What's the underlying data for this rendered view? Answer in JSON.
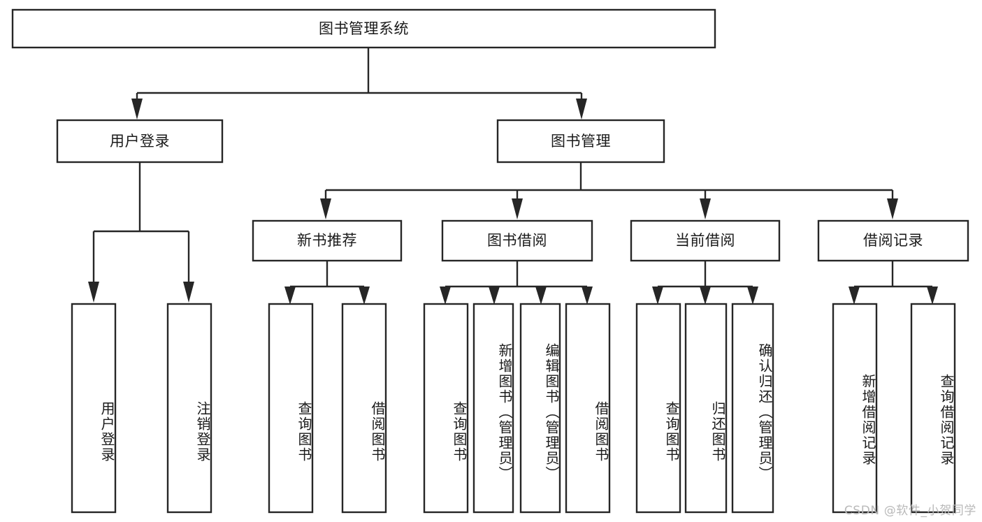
{
  "diagram": {
    "type": "tree-hierarchy",
    "title": "图书管理系统",
    "watermark": "CSDN @软件_小贺同学",
    "colors": {
      "stroke": "#262626",
      "fill": "#ffffff",
      "text": "#1a1a1a",
      "watermark": "#b9b9b9",
      "background": "#ffffff"
    },
    "levels": [
      {
        "level": 0,
        "nodes": [
          {
            "id": "root",
            "label": "图书管理系统",
            "orientation": "horizontal"
          }
        ]
      },
      {
        "level": 1,
        "nodes": [
          {
            "id": "login",
            "label": "用户登录",
            "orientation": "horizontal",
            "parent": "root"
          },
          {
            "id": "bookmgmt",
            "label": "图书管理",
            "orientation": "horizontal",
            "parent": "root"
          }
        ]
      },
      {
        "level": 2,
        "nodes": [
          {
            "id": "newbook",
            "label": "新书推荐",
            "orientation": "horizontal",
            "parent": "bookmgmt"
          },
          {
            "id": "borrow",
            "label": "图书借阅",
            "orientation": "horizontal",
            "parent": "bookmgmt"
          },
          {
            "id": "current",
            "label": "当前借阅",
            "orientation": "horizontal",
            "parent": "bookmgmt"
          },
          {
            "id": "records",
            "label": "借阅记录",
            "orientation": "horizontal",
            "parent": "bookmgmt"
          }
        ]
      },
      {
        "level": 3,
        "nodes": [
          {
            "id": "leaf-user-login",
            "label": "用户登录",
            "orientation": "vertical",
            "parent": "login"
          },
          {
            "id": "leaf-user-logout",
            "label": "注销登录",
            "orientation": "vertical",
            "parent": "login"
          },
          {
            "id": "leaf-new-query",
            "label": "查询图书",
            "orientation": "vertical",
            "parent": "newbook"
          },
          {
            "id": "leaf-new-borrow",
            "label": "借阅图书",
            "orientation": "vertical",
            "parent": "newbook"
          },
          {
            "id": "leaf-borrow-query",
            "label": "查询图书",
            "orientation": "vertical",
            "parent": "borrow"
          },
          {
            "id": "leaf-borrow-add",
            "label": "新增图书（管理员）",
            "orientation": "vertical",
            "parent": "borrow"
          },
          {
            "id": "leaf-borrow-edit",
            "label": "编辑图书（管理员）",
            "orientation": "vertical",
            "parent": "borrow"
          },
          {
            "id": "leaf-borrow-take",
            "label": "借阅图书",
            "orientation": "vertical",
            "parent": "borrow"
          },
          {
            "id": "leaf-current-query",
            "label": "查询图书",
            "orientation": "vertical",
            "parent": "current"
          },
          {
            "id": "leaf-current-return",
            "label": "归还图书",
            "orientation": "vertical",
            "parent": "current"
          },
          {
            "id": "leaf-current-confirm",
            "label": "确认归还（管理员）",
            "orientation": "vertical",
            "parent": "current"
          },
          {
            "id": "leaf-record-add",
            "label": "新增借阅记录",
            "orientation": "vertical",
            "parent": "records"
          },
          {
            "id": "leaf-record-query",
            "label": "查询借阅记录",
            "orientation": "vertical",
            "parent": "records"
          }
        ]
      }
    ]
  }
}
